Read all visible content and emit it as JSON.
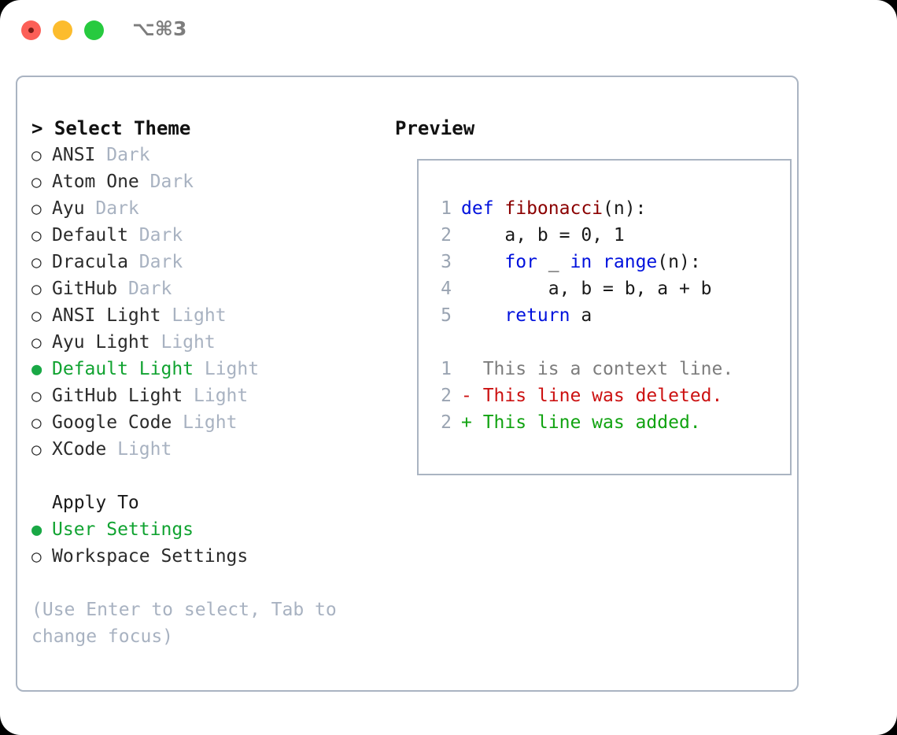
{
  "titlebar": {
    "shortcut": "⌥⌘3",
    "buttons": [
      {
        "name": "close",
        "color": "#fc5f57"
      },
      {
        "name": "minimize",
        "color": "#fcbc2d"
      },
      {
        "name": "maximize",
        "color": "#27ca3f"
      }
    ]
  },
  "theme_list": {
    "header": "> Select Theme",
    "items": [
      {
        "bullet": "○",
        "name": "ANSI",
        "tag": "Dark",
        "selected": false
      },
      {
        "bullet": "○",
        "name": "Atom One",
        "tag": "Dark",
        "selected": false
      },
      {
        "bullet": "○",
        "name": "Ayu",
        "tag": "Dark",
        "selected": false
      },
      {
        "bullet": "○",
        "name": "Default",
        "tag": "Dark",
        "selected": false
      },
      {
        "bullet": "○",
        "name": "Dracula",
        "tag": "Dark",
        "selected": false
      },
      {
        "bullet": "○",
        "name": "GitHub",
        "tag": "Dark",
        "selected": false
      },
      {
        "bullet": "○",
        "name": "ANSI Light",
        "tag": "Light",
        "selected": false
      },
      {
        "bullet": "○",
        "name": "Ayu Light",
        "tag": "Light",
        "selected": false
      },
      {
        "bullet": "●",
        "name": "Default Light",
        "tag": "Light",
        "selected": true
      },
      {
        "bullet": "○",
        "name": "GitHub Light",
        "tag": "Light",
        "selected": false
      },
      {
        "bullet": "○",
        "name": "Google Code",
        "tag": "Light",
        "selected": false
      },
      {
        "bullet": "○",
        "name": "XCode",
        "tag": "Light",
        "selected": false
      }
    ]
  },
  "apply_to": {
    "label": "Apply To",
    "options": [
      {
        "bullet": "●",
        "name": "User Settings",
        "selected": true
      },
      {
        "bullet": "○",
        "name": "Workspace Settings",
        "selected": false
      }
    ]
  },
  "hint": "(Use Enter to select, Tab to change focus)",
  "preview": {
    "title": "Preview",
    "code_lines": [
      {
        "num": "1",
        "tokens": [
          {
            "t": "def ",
            "c": "kw"
          },
          {
            "t": "fibonacci",
            "c": "fn"
          },
          {
            "t": "(n):",
            "c": "plain"
          }
        ]
      },
      {
        "num": "2",
        "tokens": [
          {
            "t": "    a, b = 0, 1",
            "c": "plain"
          }
        ]
      },
      {
        "num": "3",
        "tokens": [
          {
            "t": "    ",
            "c": "plain"
          },
          {
            "t": "for",
            "c": "kw"
          },
          {
            "t": " _ ",
            "c": "plain"
          },
          {
            "t": "in",
            "c": "kw"
          },
          {
            "t": " ",
            "c": "plain"
          },
          {
            "t": "range",
            "c": "kw"
          },
          {
            "t": "(n):",
            "c": "plain"
          }
        ]
      },
      {
        "num": "4",
        "tokens": [
          {
            "t": "        a, b = b, a + b",
            "c": "plain"
          }
        ]
      },
      {
        "num": "5",
        "tokens": [
          {
            "t": "    ",
            "c": "plain"
          },
          {
            "t": "return",
            "c": "kw"
          },
          {
            "t": " a",
            "c": "plain"
          }
        ]
      }
    ],
    "diff_lines": [
      {
        "num": "1",
        "text": "  This is a context line.",
        "kind": "ctx"
      },
      {
        "num": "2",
        "text": "- This line was deleted.",
        "kind": "del"
      },
      {
        "num": "2",
        "text": "+ This line was added.",
        "kind": "add"
      }
    ]
  },
  "colors": {
    "accent_green": "#11a331",
    "tag_gray": "#a8b2c1",
    "border": "#aab4c2",
    "keyword_blue": "#0011dd",
    "function_red": "#8b0000",
    "diff_added": "#11a311",
    "diff_deleted": "#cc1111"
  }
}
